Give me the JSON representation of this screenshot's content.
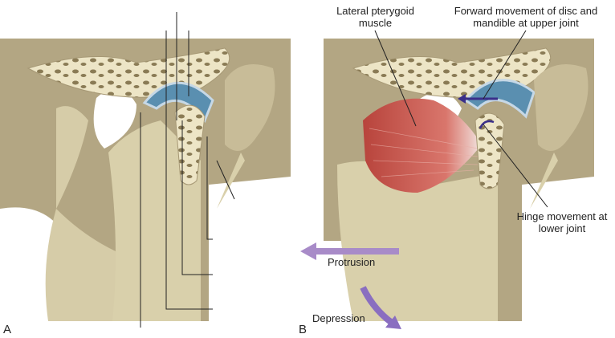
{
  "panels": [
    {
      "letter": "A"
    },
    {
      "letter": "B",
      "labels": {
        "muscle": "Lateral pterygoid muscle",
        "upper_joint": "Forward movement of disc and mandible at upper joint",
        "lower_joint": "Hinge movement at lower joint",
        "protrusion": "Protrusion",
        "depression": "Depression"
      }
    }
  ],
  "colors": {
    "bone": "#ddd5b3",
    "background_bone": "#b3a683",
    "disc": "#5a8fb0",
    "muscle": "#c7574f",
    "arrow": "#a88bc8"
  }
}
